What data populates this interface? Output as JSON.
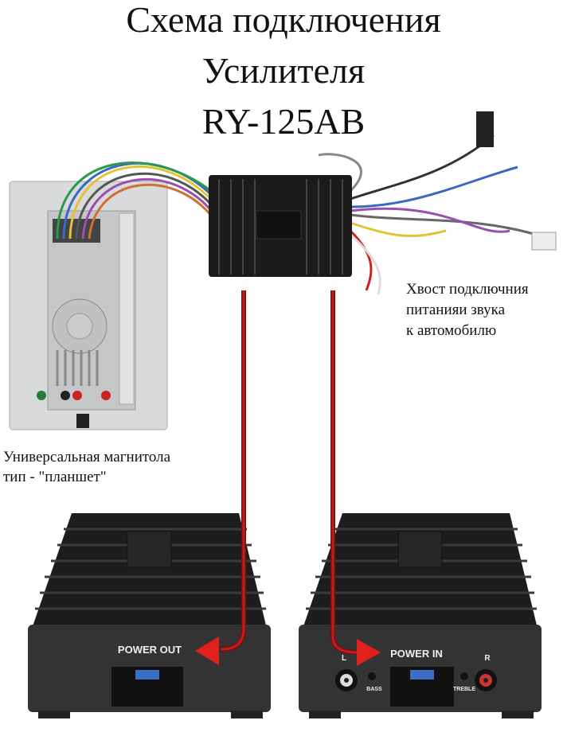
{
  "title": {
    "line1": "Схема подключения",
    "line2": "Усилителя",
    "line3": "RY-125AB"
  },
  "captions": {
    "harness_line1": "Хвост подключния",
    "harness_line2": "питанияи звука",
    "harness_line3": "к автомобилю",
    "head_unit_line1": "Универсальная магнитола",
    "head_unit_line2": "тип - \"планшет\""
  },
  "amplifiers": {
    "left_label": "POWER OUT",
    "right_label": "POWER IN",
    "right_l": "L",
    "right_r": "R",
    "bass": "BASS",
    "treble": "TREBLE"
  },
  "colors": {
    "wire": "#c41a1a",
    "arrow": "#e0201c",
    "amp_body": "#2b2b2b"
  }
}
